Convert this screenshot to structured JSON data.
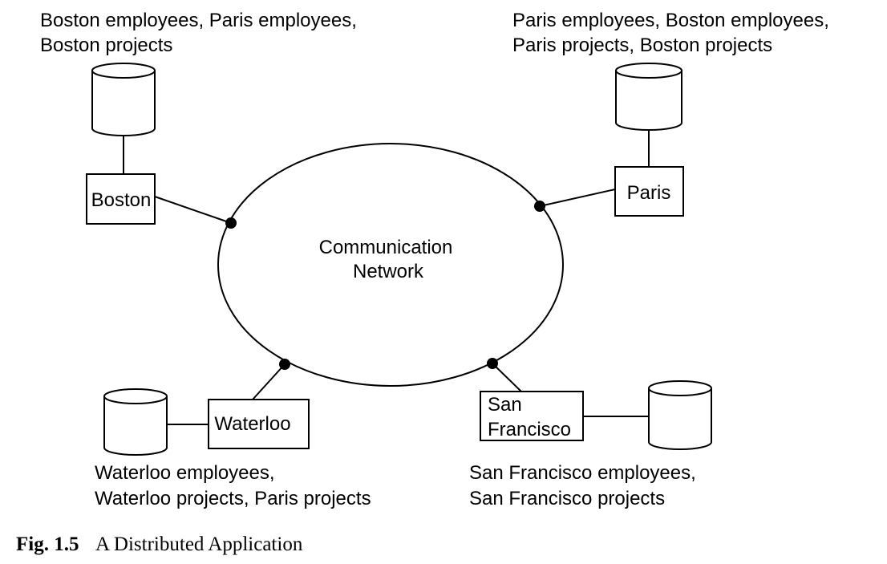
{
  "diagram": {
    "network": {
      "line1": "Communication",
      "line2": "Network"
    },
    "sites": {
      "boston": {
        "name": "Boston",
        "data_line1": "Boston employees, Paris employees,",
        "data_line2": "Boston projects"
      },
      "paris": {
        "name": "Paris",
        "data_line1": "Paris employees, Boston employees,",
        "data_line2": "Paris projects, Boston projects"
      },
      "waterloo": {
        "name": "Waterloo",
        "data_line1": "Waterloo employees,",
        "data_line2": "Waterloo projects, Paris projects"
      },
      "sanfrancisco": {
        "name_line1": "San",
        "name_line2": "Francisco",
        "data_line1": "San Francisco employees,",
        "data_line2": "San Francisco projects"
      }
    }
  },
  "caption": {
    "label": "Fig. 1.5",
    "text": "A Distributed Application"
  }
}
